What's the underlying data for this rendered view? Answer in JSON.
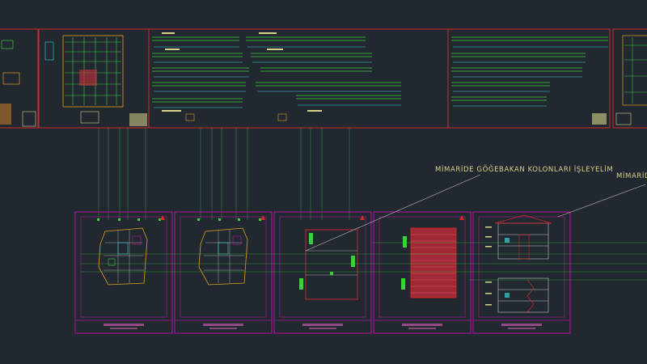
{
  "viewport": {
    "background": "#212830"
  },
  "annotations": [
    {
      "id": "note-1",
      "text": "MİMARİDE GÖĞEBAKAN KOLONLARI İŞLEYELİM"
    },
    {
      "id": "note-2",
      "text": "MİMARİD"
    }
  ],
  "colors": {
    "sheet_border": "#b0169b",
    "frame_red": "#d22a2a",
    "beam_green": "#3ecf3e",
    "text_yellow": "#d8d38a",
    "grid_white": "#c8c8c8",
    "cyan": "#3ad0d8",
    "hatch_red": "#c8303a",
    "leader": "#bdbdbd",
    "orange": "#e0a020"
  }
}
